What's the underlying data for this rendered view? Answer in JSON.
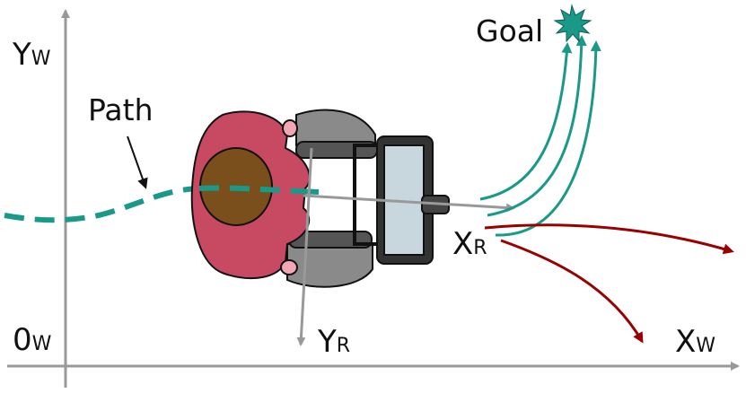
{
  "labels": {
    "goal": "Goal",
    "path": "Path",
    "world_origin": {
      "main": "0",
      "sub": "W"
    },
    "world_y": {
      "main": "Y",
      "sub": "W"
    },
    "world_x": {
      "main": "X",
      "sub": "W"
    },
    "robot_x": {
      "main": "X",
      "sub": "R"
    },
    "robot_y": {
      "main": "Y",
      "sub": "R"
    }
  },
  "colors": {
    "axis": "#999999",
    "path": "#1a9988",
    "feasible_trajectory": "#1a9988",
    "infeasible_trajectory": "#990000",
    "goal_star": "#1a9988",
    "person_shirt": "#c84a62",
    "person_hair": "#7a4f1b",
    "skin": "#f2a7b3",
    "wheelchair_frame": "#888888",
    "wheelchair_dark": "#444444",
    "seat": "#c8d6dd"
  },
  "icons": {
    "goal_marker": "starburst-icon",
    "person": "person-top-view",
    "wheelchair": "wheelchair-top-view"
  }
}
